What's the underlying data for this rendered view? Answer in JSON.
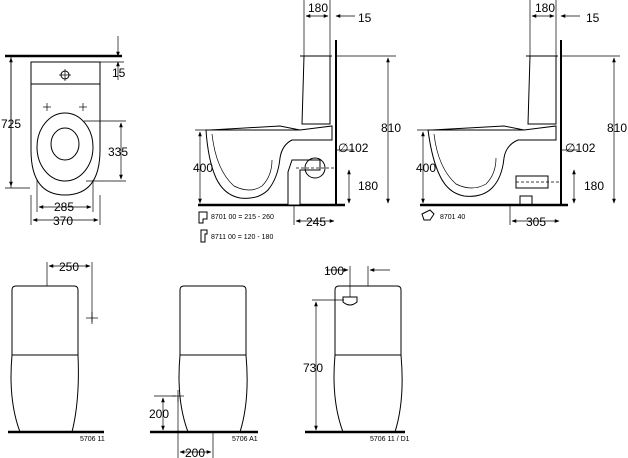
{
  "top_view": {
    "dim_width_top": "15",
    "dim_height": "725",
    "dim_seat": "335",
    "dim_inner": "285",
    "dim_width": "370"
  },
  "side_view_1": {
    "dim_tank_depth": "180",
    "dim_wall_gap": "15",
    "dim_total_height": "810",
    "dim_seat_height": "400",
    "dim_pipe_diameter": "∅102",
    "dim_outlet_height": "180",
    "dim_outlet_depth": "245",
    "connector_a": "8701 00 = 215 - 260",
    "connector_b": "8711 00 = 120 - 180"
  },
  "side_view_2": {
    "dim_tank_depth": "180",
    "dim_wall_gap": "15",
    "dim_total_height": "810",
    "dim_seat_height": "400",
    "dim_pipe_diameter": "∅102",
    "dim_outlet_height": "180",
    "dim_outlet_depth": "305",
    "connector": "8701 40"
  },
  "elevation_1": {
    "dim_offset": "250",
    "code": "5706 11"
  },
  "elevation_2": {
    "dim_height": "200",
    "dim_offset": "200",
    "code": "5706 A1"
  },
  "elevation_3": {
    "dim_offset": "100",
    "dim_height": "730",
    "code": "5706 11 / D1"
  }
}
